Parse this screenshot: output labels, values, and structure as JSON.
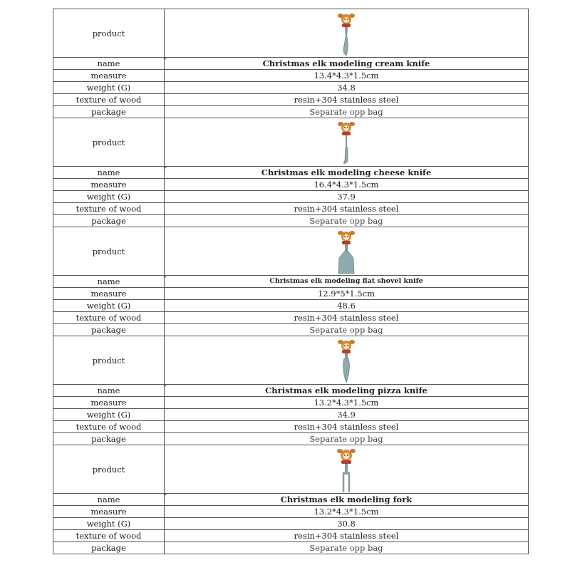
{
  "labels": {
    "product": "product",
    "name": "name",
    "measure": "measure",
    "weight": "weight (G)",
    "texture": "texture of wood",
    "package": "package"
  },
  "products": [
    {
      "name": "Christmas elk modeling cream knife",
      "measure": "13.4*4.3*1.5cm",
      "weight": "34.8",
      "texture": "resin+304 stainless steel",
      "package": "Separate opp bag"
    },
    {
      "name": "Christmas elk modeling cheese knife",
      "measure": "16.4*4.3*1.5cm",
      "weight": "37.9",
      "texture": "resin+304 stainless steel",
      "package": "Separate opp bag"
    },
    {
      "name": "Christmas elk modeling flat shovel knife",
      "measure": "12.9*5*1.5cm",
      "weight": "48.6",
      "texture": "resin+304 stainless steel",
      "package": "Separate opp bag"
    },
    {
      "name": "Christmas elk modeling pizza knife",
      "measure": "13.2*4.3*1.5cm",
      "weight": "34.9",
      "texture": "resin+304 stainless steel",
      "package": "Separate opp bag"
    },
    {
      "name": "Christmas elk modeling fork",
      "measure": "13.2*4.3*1.5cm",
      "weight": "30.8",
      "texture": "resin+304 stainless steel",
      "package": "Separate opp bag"
    }
  ]
}
